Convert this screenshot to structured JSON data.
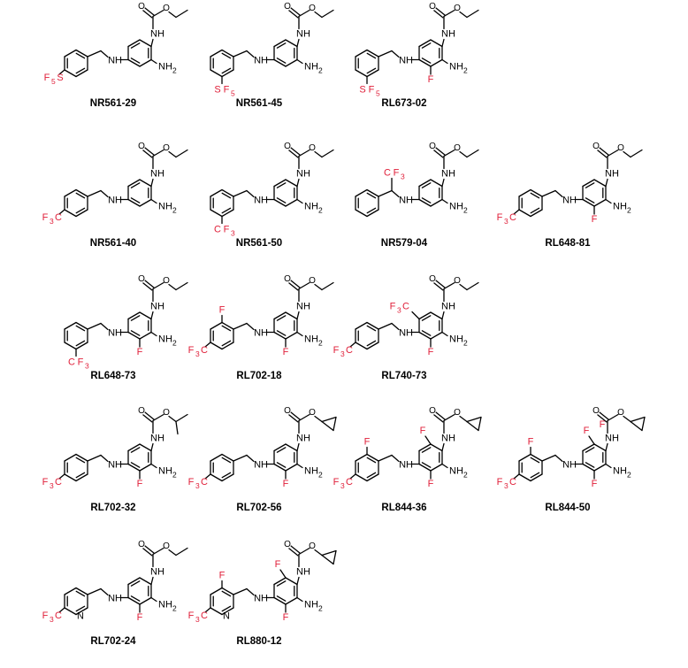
{
  "labels": {
    "amine": "NH",
    "amino": "NH",
    "amino_sub": "2",
    "pyridine_n": "N"
  },
  "substituents": {
    "sf5_sulfur": "S",
    "sf5_fluorine": "F",
    "sf5_sub": "5",
    "cf3_carbon": "C",
    "cf3_fluorine": "F",
    "cf3_sub": "3",
    "fluoro": "F"
  },
  "colors": {
    "bond": "#000000",
    "text": "#000000",
    "highlight": "#e0203a"
  },
  "compounds": [
    {
      "id": "NR561-29",
      "ester": "ethyl",
      "aryl": "phenyl",
      "aryl_sub": "SF5-para",
      "ring_f": [],
      "extra": []
    },
    {
      "id": "NR561-45",
      "ester": "ethyl",
      "aryl": "phenyl",
      "aryl_sub": "SF5-meta",
      "ring_f": [],
      "extra": []
    },
    {
      "id": "RL673-02",
      "ester": "ethyl",
      "aryl": "phenyl",
      "aryl_sub": "SF5-meta",
      "ring_f": [
        "ortho-to-amine"
      ],
      "extra": []
    },
    {
      "id": "NR561-40",
      "ester": "ethyl",
      "aryl": "phenyl",
      "aryl_sub": "CF3-para",
      "ring_f": [],
      "extra": []
    },
    {
      "id": "NR561-50",
      "ester": "ethyl",
      "aryl": "phenyl",
      "aryl_sub": "CF3-meta",
      "ring_f": [],
      "extra": []
    },
    {
      "id": "NR579-04",
      "ester": "ethyl",
      "aryl": "phenyl",
      "aryl_sub": "none",
      "ring_f": [],
      "extra": [
        "alpha-CF3"
      ]
    },
    {
      "id": "RL648-81",
      "ester": "ethyl",
      "aryl": "phenyl",
      "aryl_sub": "CF3-para",
      "ring_f": [
        "ortho-to-amine"
      ],
      "extra": []
    },
    {
      "id": "RL648-73",
      "ester": "ethyl",
      "aryl": "phenyl",
      "aryl_sub": "CF3-meta",
      "ring_f": [
        "ortho-to-amine"
      ],
      "extra": []
    },
    {
      "id": "RL702-18",
      "ester": "ethyl",
      "aryl": "phenyl",
      "aryl_sub": "CF3-para",
      "ring_f": [
        "ortho-to-amine"
      ],
      "extra": [
        "aryl-ortho-F"
      ]
    },
    {
      "id": "RL740-73",
      "ester": "ethyl",
      "aryl": "phenyl",
      "aryl_sub": "CF3-para",
      "ring_f": [
        "ortho-to-amine"
      ],
      "extra": [
        "ring-CF3"
      ]
    },
    {
      "id": "RL702-32",
      "ester": "isopropyl",
      "aryl": "phenyl",
      "aryl_sub": "CF3-para",
      "ring_f": [
        "ortho-to-amine"
      ],
      "extra": []
    },
    {
      "id": "RL702-56",
      "ester": "cyclopropyl",
      "aryl": "phenyl",
      "aryl_sub": "CF3-para",
      "ring_f": [
        "ortho-to-amine"
      ],
      "extra": []
    },
    {
      "id": "RL844-36",
      "ester": "cyclopropyl",
      "aryl": "phenyl",
      "aryl_sub": "CF3-para",
      "ring_f": [
        "ortho-to-amine",
        "top-left"
      ],
      "extra": [
        "aryl-ortho-F"
      ]
    },
    {
      "id": "RL844-50",
      "ester": "cyclopropyl",
      "aryl": "phenyl",
      "aryl_sub": "CF3-para",
      "ring_f": [
        "ortho-to-amine",
        "top-left",
        "top-right"
      ],
      "extra": [
        "aryl-ortho-F"
      ]
    },
    {
      "id": "RL702-24",
      "ester": "ethyl",
      "aryl": "pyridyl",
      "aryl_sub": "CF3-para",
      "ring_f": [
        "ortho-to-amine"
      ],
      "extra": []
    },
    {
      "id": "RL880-12",
      "ester": "cyclopropyl",
      "aryl": "pyridyl",
      "aryl_sub": "CF3-para",
      "ring_f": [
        "ortho-to-amine",
        "top-left"
      ],
      "extra": [
        "aryl-ortho-F"
      ]
    }
  ]
}
